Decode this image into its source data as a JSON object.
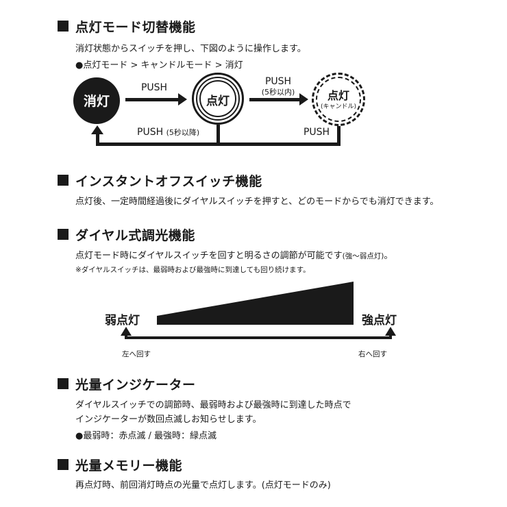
{
  "sections": {
    "mode_switch": {
      "title": "点灯モード切替機能",
      "desc": "消灯状態からスイッチを押し、下図のように操作します。",
      "sequence": "●点灯モード > キャンドルモード > 消灯",
      "state_off": "消灯",
      "state_on": "点灯",
      "state_candle": "点灯",
      "state_candle_sub": "(キャンドル)",
      "push1": "PUSH",
      "push2": "PUSH",
      "push2_sub": "(5秒以内)",
      "push3": "PUSH",
      "push3_sub": "(5秒以降)",
      "push4": "PUSH"
    },
    "instant_off": {
      "title": "インスタントオフスイッチ機能",
      "desc": "点灯後、一定時間経過後にダイヤルスイッチを押すと、どのモードからでも消灯できます。"
    },
    "dimming": {
      "title": "ダイヤル式調光機能",
      "desc": "点灯モード時にダイヤルスイッチを回すと明るさの調節が可能です",
      "desc_small": "(強～弱点灯)",
      "desc_end": "。",
      "note": "※ダイヤルスイッチは、最弱時および最強時に到達しても回り続けます。",
      "weak_label": "弱点灯",
      "strong_label": "強点灯",
      "left_turn": "左へ回す",
      "right_turn": "右へ回す"
    },
    "indicator": {
      "title": "光量インジケーター",
      "desc_line1": "ダイヤルスイッチでの調節時、最弱時および最強時に到達した時点で",
      "desc_line2": "インジケーターが数回点滅しお知らせします。",
      "blink_info": "●最弱時：赤点滅 / 最強時：緑点滅"
    },
    "memory": {
      "title": "光量メモリー機能",
      "desc": "再点灯時、前回消灯時点の光量で点灯します。(点灯モードのみ)"
    }
  },
  "colors": {
    "ink": "#1a1a1a",
    "background": "#ffffff"
  }
}
